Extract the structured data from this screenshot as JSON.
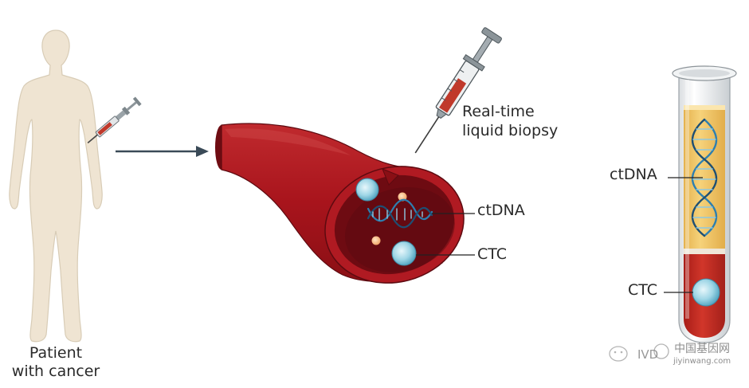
{
  "patient_label": [
    "Patient",
    "with cancer"
  ],
  "biopsy_label": [
    "Real-time",
    "liquid biopsy"
  ],
  "vessel_labels": {
    "ctdna": "ctDNA",
    "ctc": "CTC"
  },
  "tube_labels": {
    "ctdna": "ctDNA",
    "ctc": "CTC"
  },
  "watermark": {
    "text": "IVD",
    "site": "中国基因网",
    "url": "jiyinwang.com"
  },
  "colors": {
    "skin": "#efe4d2",
    "vessel_outer": "#a8141c",
    "vessel_inner": "#7a0e14",
    "plasma": "#f0c466",
    "blood": "#c1271f",
    "cell": "#a9dcea",
    "dna": "#2d7fb0",
    "arrow": "#3a4a57"
  }
}
